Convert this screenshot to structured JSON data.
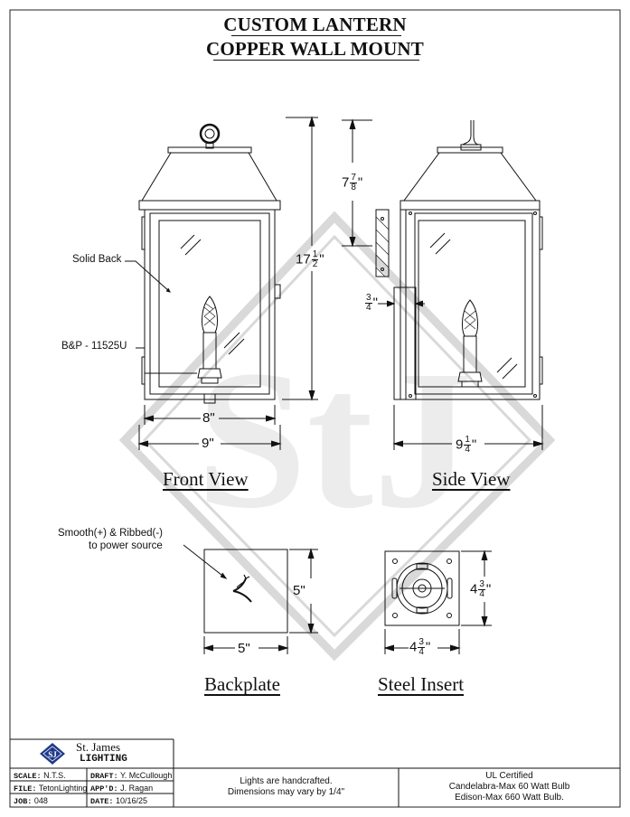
{
  "title": {
    "line1": "CUSTOM LANTERN",
    "line2": "COPPER WALL MOUNT"
  },
  "views": {
    "front": "Front View",
    "side": "Side View",
    "backplate": "Backplate",
    "steel_insert": "Steel Insert"
  },
  "callouts": {
    "solid_back": "Solid Back",
    "socket": "B&P - 11525U",
    "wire_line1": "Smooth(+) & Ribbed(-)",
    "wire_line2": "to power source"
  },
  "dimensions": {
    "front_height": {
      "whole": "17",
      "num": "1",
      "den": "2"
    },
    "front_inner_width": "8\"",
    "front_outer_width": "9\"",
    "side_top_height": {
      "whole": "7",
      "num": "7",
      "den": "8"
    },
    "side_standoff": {
      "num": "3",
      "den": "4"
    },
    "side_depth": {
      "whole": "9",
      "num": "1",
      "den": "4"
    },
    "backplate_height": "5\"",
    "backplate_width": "5\"",
    "insert_height": {
      "whole": "4",
      "num": "3",
      "den": "4"
    },
    "insert_width": {
      "whole": "4",
      "num": "3",
      "den": "4"
    }
  },
  "title_block": {
    "company_line1": "St. James",
    "company_line2": "LIGHTING",
    "logo_letters": "SJ",
    "scale_label": "SCALE:",
    "scale_value": "N.T.S.",
    "draft_label": "DRAFT:",
    "draft_value": "Y. McCullough",
    "file_label": "FILE:",
    "file_value": "TetonLighting",
    "appd_label": "APP'D:",
    "appd_value": "J. Ragan",
    "job_label": "JOB:",
    "job_value": "048",
    "date_label": "DATE:",
    "date_value": "10/16/25",
    "note_line1": "Lights are handcrafted.",
    "note_line2": "Dimensions may vary by 1/4\"",
    "cert_line1": "UL Certified",
    "cert_line2": "Candelabra-Max 60 Watt Bulb",
    "cert_line3": "Edison-Max 660 Watt Bulb."
  },
  "watermark_letters": "StJ"
}
